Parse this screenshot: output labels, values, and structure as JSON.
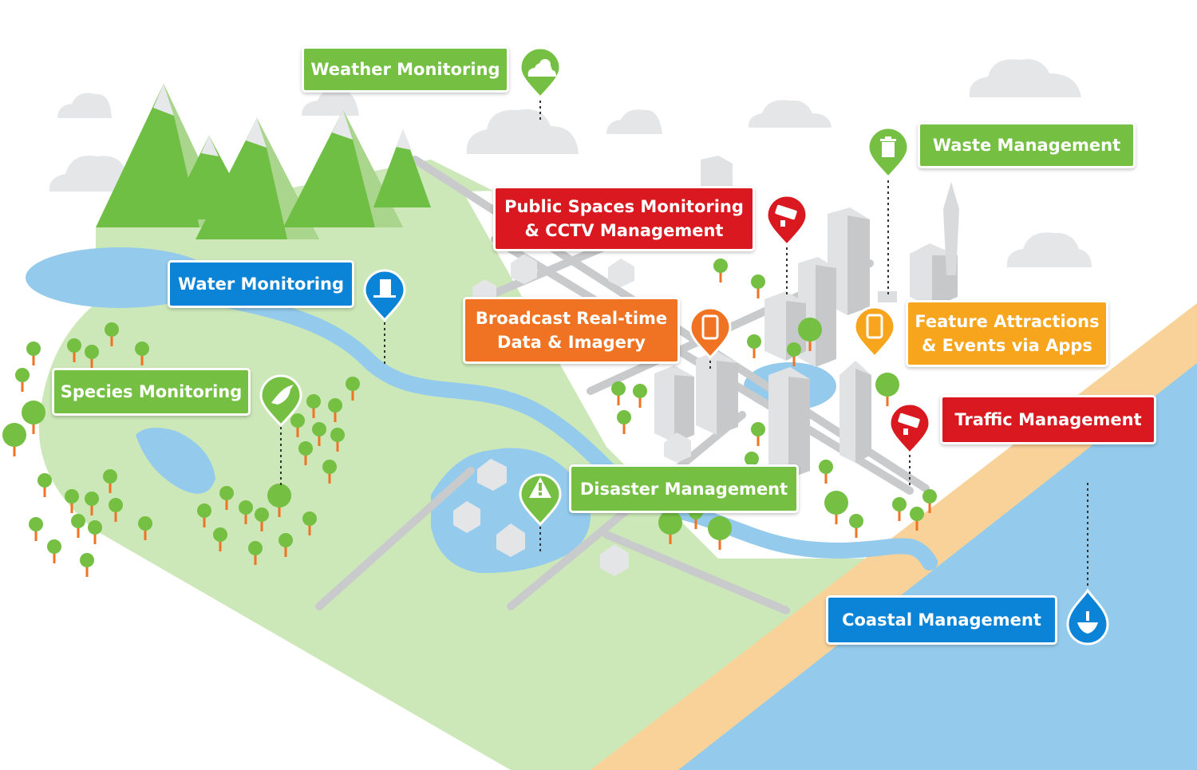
{
  "colors": {
    "green": "#75c043",
    "blue": "#0b83d6",
    "red": "#d9181f",
    "orange": "#f07223",
    "amber": "#f6a51d",
    "land": "#cde8b8",
    "water": "#94cbec",
    "sand": "#f8d298"
  },
  "labels": {
    "weather": "Weather Monitoring",
    "waste": "Waste Management",
    "public_spaces": [
      "Public Spaces Monitoring",
      "& CCTV Management"
    ],
    "water": "Water Monitoring",
    "broadcast": [
      "Broadcast Real-time",
      "Data & Imagery"
    ],
    "feature": [
      "Feature Attractions",
      "& Events via Apps"
    ],
    "species": "Species Monitoring",
    "traffic": "Traffic Management",
    "disaster": "Disaster Management",
    "coastal": "Coastal Management"
  },
  "pins": {
    "weather": "weather-cloud-sun-icon",
    "waste": "trash-bin-icon",
    "public_spaces": "cctv-camera-icon",
    "water": "water-tower-icon",
    "broadcast": "smartphone-icon",
    "feature": "smartphone-icon",
    "species": "bird-icon",
    "traffic": "cctv-camera-icon",
    "disaster": "warning-triangle-icon",
    "coastal": "buoy-icon"
  }
}
